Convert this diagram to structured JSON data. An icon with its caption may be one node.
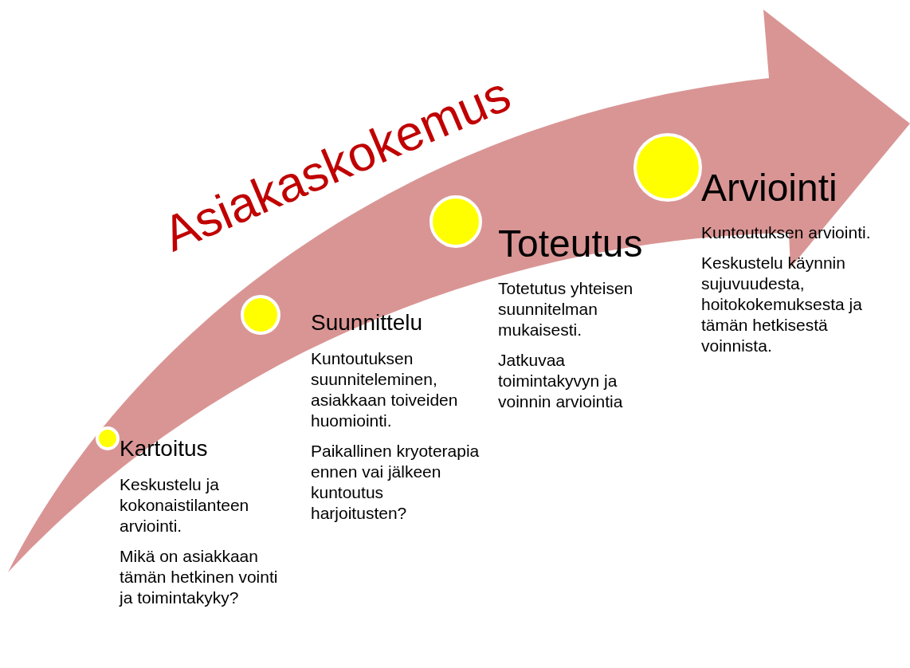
{
  "diagram": {
    "nodes": [
      {
        "text": [
          "Asiakaskokemus"
        ]
      },
      {
        "text": [],
        "shape": "circle",
        "in": 0,
        "beside": [
          "Kartoitus"
        ]
      },
      {
        "text": [],
        "shape": "circle",
        "in": 0,
        "beside": [
          "Suunnittelu"
        ]
      },
      {
        "text": [],
        "shape": "circle",
        "in": 0,
        "beside": [
          "Toteutus"
        ]
      },
      {
        "text": [],
        "shape": "circle",
        "in": 0,
        "beside": [
          "Arviointi"
        ]
      }
    ],
    "edges": [],
    "labels": [
      "Keskustelu ja kokonaistilanteen arviointi.",
      "Mikä on asiakkaan tämän hetkinen vointi ja toimintakyky?",
      "Kuntoutuksen suunniteleminen, asiakkaan toiveiden huomiointi.",
      "Paikallinen kryoterapia ennen vai jälkeen kuntoutus harjoitusten?",
      "Totetutus yhteisen suunnitelman mukaisesti.",
      "Jatkuvaa toimintakyvyn ja voinnin arviointia",
      "Kuntoutuksen arviointi.",
      "Keskustelu käynnin sujuvuudesta, hoitokokemuksesta ja tämän hetkisestä voinnista."
    ]
  }
}
